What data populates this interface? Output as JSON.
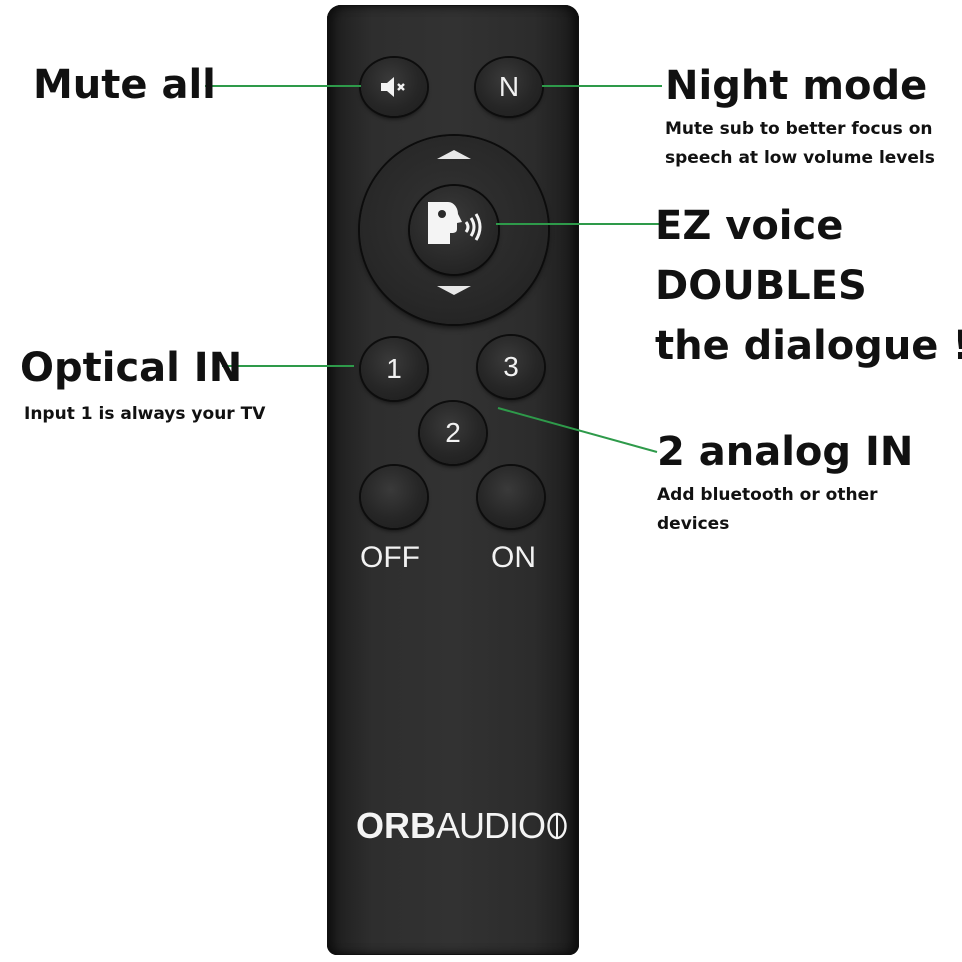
{
  "annotations": {
    "mute_all": "Mute all",
    "night_mode": "Night mode",
    "night_mode_desc_1": "Mute sub to better focus on",
    "night_mode_desc_2": "speech at low volume levels",
    "ez_voice_1": "EZ voice",
    "ez_voice_2": "DOUBLES",
    "ez_voice_3": "the dialogue !",
    "optical_in": "Optical IN",
    "optical_desc": "Input 1 is always your TV",
    "analog_in": "2 analog IN",
    "analog_desc_1": "Add bluetooth or other",
    "analog_desc_2": "devices"
  },
  "remote": {
    "night_button": "N",
    "input_1": "1",
    "input_2": "2",
    "input_3": "3",
    "off_label": "OFF",
    "on_label": "ON",
    "logo_bold": "ORB",
    "logo_light": "AUDIO"
  },
  "icons": {
    "mute": "speaker-mute-icon",
    "voice": "speaking-head-icon",
    "up": "triangle-up-icon",
    "down": "triangle-down-icon"
  },
  "colors": {
    "leader_line": "#2e9a4a",
    "remote_body": "#2e2e2e",
    "button_text": "#f2f2f2",
    "annotation_text": "#111111"
  }
}
